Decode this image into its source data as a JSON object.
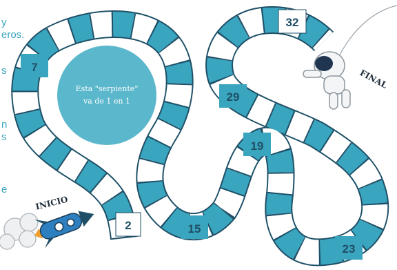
{
  "side_text": [
    "y",
    "eros.",
    "s",
    "n",
    "s",
    "e"
  ],
  "circle": {
    "line1": "Esta \"serpiente\"",
    "line2": "va de 1 en 1"
  },
  "labels": {
    "start": "INICIO",
    "end": "FINAL"
  },
  "squares": [
    {
      "value": "7",
      "fill": "teal"
    },
    {
      "value": "2",
      "fill": "white"
    },
    {
      "value": "15",
      "fill": "teal"
    },
    {
      "value": "19",
      "fill": "teal"
    },
    {
      "value": "23",
      "fill": "teal"
    },
    {
      "value": "29",
      "fill": "teal"
    },
    {
      "value": "32",
      "fill": "white"
    }
  ],
  "colors": {
    "teal": "#3aa5bf",
    "board_outline": "#1f4f66",
    "circle": "#5bb7cc",
    "rocket": "#2d7fc0"
  },
  "icons": [
    "rocket-icon",
    "astronaut-icon",
    "smoke-cloud-icon"
  ]
}
